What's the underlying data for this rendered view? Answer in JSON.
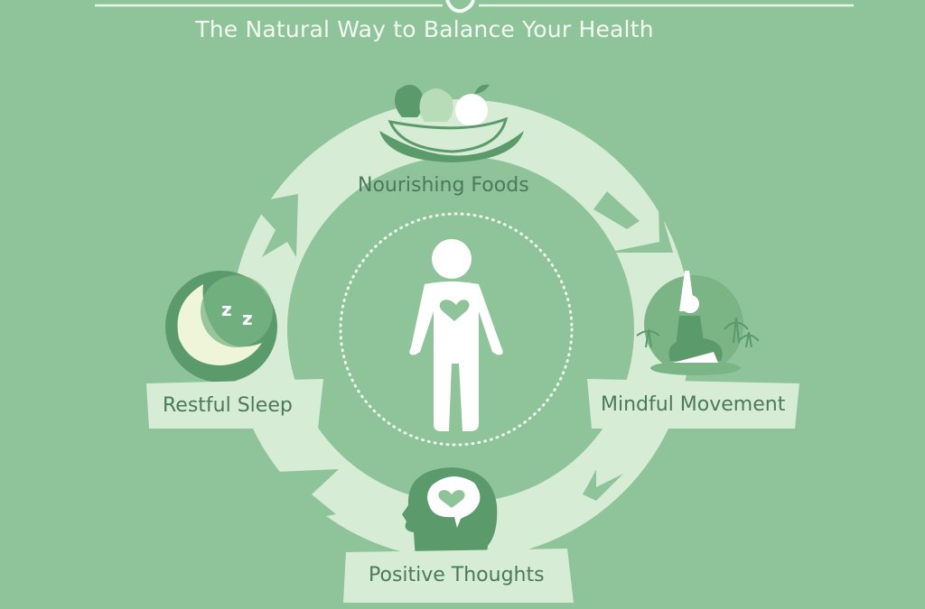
{
  "header": {
    "subtitle": "The Natural Way to Balance Your Health"
  },
  "colors": {
    "background": "#8fc49a",
    "ring": "#d6ecd5",
    "inner_circle": "#8fc49a",
    "icon_dark": "#5a9a6b",
    "label_text": "#4b7a58",
    "white": "#ffffff",
    "moon": "#eef5d8"
  },
  "center": {
    "icon": "person-with-heart-icon"
  },
  "cycle": {
    "items": [
      {
        "label": "Nourishing Foods",
        "icon": "salad-bowl-icon",
        "position": "top"
      },
      {
        "label": "Mindful Movement",
        "icon": "meditation-icon",
        "position": "right"
      },
      {
        "label": "Positive Thoughts",
        "icon": "head-heart-icon",
        "position": "bottom"
      },
      {
        "label": "Restful Sleep",
        "icon": "moon-sleep-icon",
        "position": "left"
      }
    ],
    "arrows": [
      "arrow-top-right",
      "arrow-bottom-right",
      "arrow-bottom-left",
      "arrow-top-left"
    ]
  }
}
